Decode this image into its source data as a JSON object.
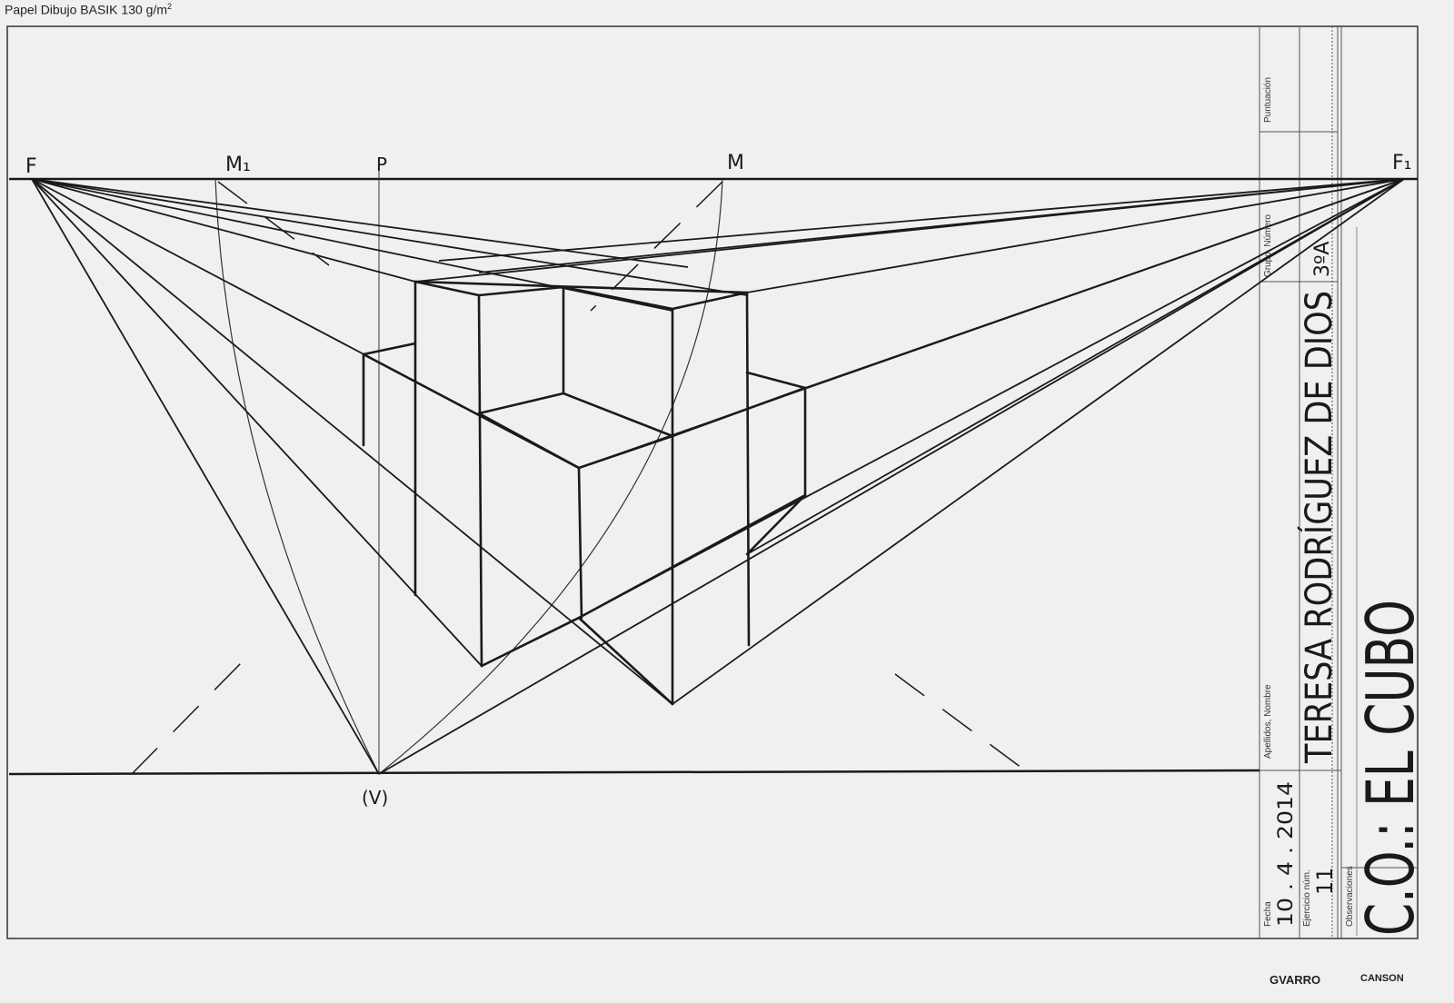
{
  "header": {
    "paper": "Papel Dibujo BASIK 130 g/m",
    "superscript": "2"
  },
  "points": {
    "f_left": "F",
    "m1": "M₁",
    "p": "P",
    "m": "M",
    "f_right": "F₁",
    "v": "(V)"
  },
  "title_block": {
    "puntuacion_label": "Puntuación",
    "grupo_label": "Grupo, Número",
    "grupo_value": "3ºA",
    "apellidos_label": "Apellidos, Nombre",
    "apellidos_value": "TERESA RODRÍGUEZ DE DIOS",
    "fecha_label": "Fecha",
    "fecha_value": "10 . 4 . 2014",
    "ejercicio_label": "Ejercicio núm.",
    "ejercicio_value": "11",
    "observaciones_label": "Observaciones",
    "observaciones_value": "C.O.: EL CUBO"
  },
  "logos": {
    "gvarro": "GVARRO",
    "canson": "CANSON"
  },
  "colors": {
    "ink": "#1a1a1a",
    "paper": "#f0f0f0"
  }
}
